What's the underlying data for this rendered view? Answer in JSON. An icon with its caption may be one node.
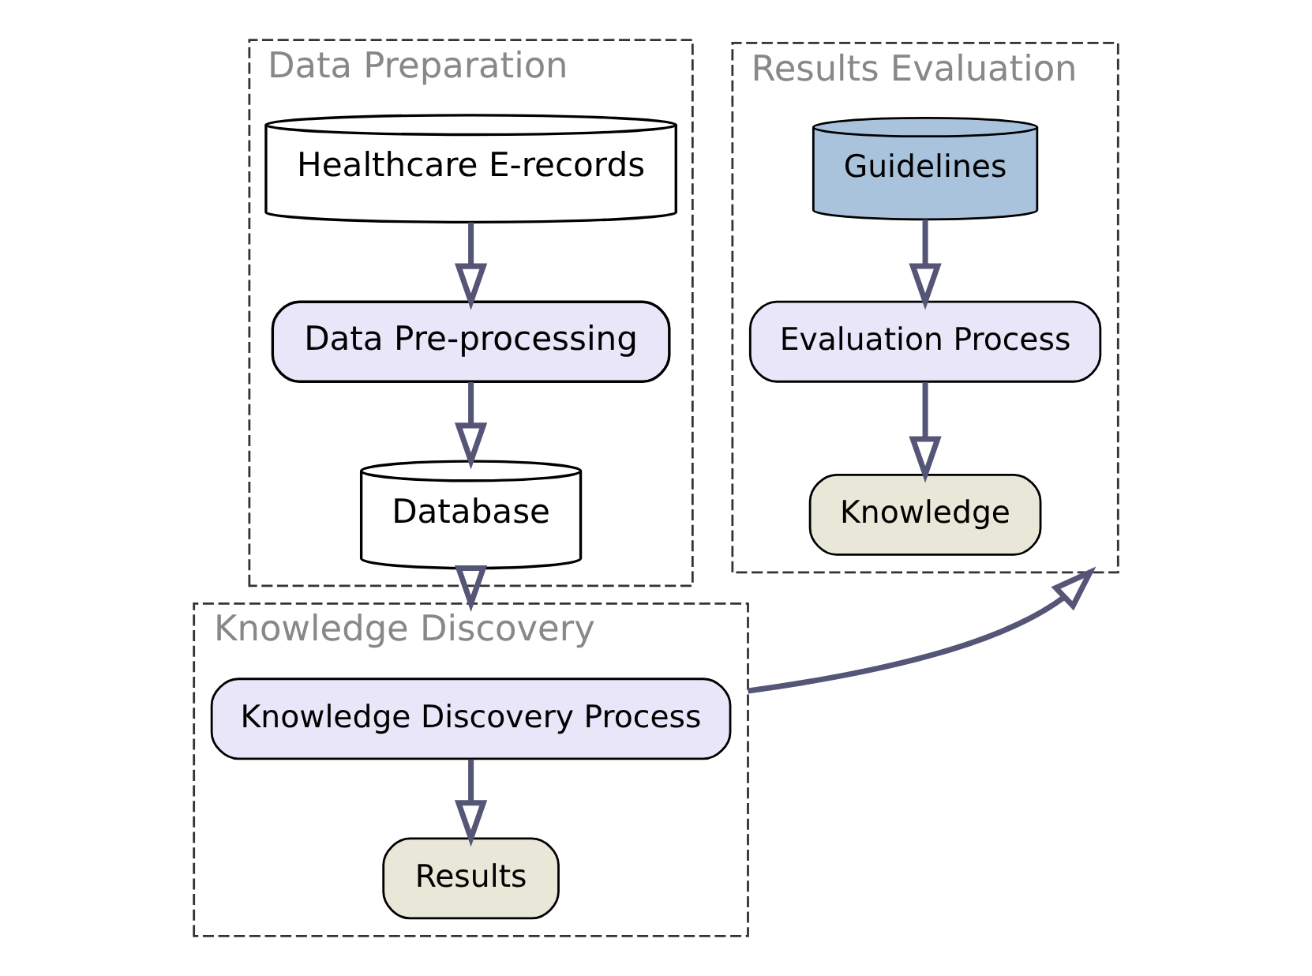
{
  "diagram": {
    "nodes": [
      {
        "text": [
          "Data Preparation"
        ]
      },
      {
        "text": [
          "Healthcare E-records"
        ],
        "in": 0
      },
      {
        "text": [
          "Data Pre-processing"
        ],
        "in": 0
      },
      {
        "text": [
          "Database"
        ],
        "in": 0
      },
      {
        "text": [
          "Results Evaluation"
        ]
      },
      {
        "text": [
          "Evaluation Process"
        ],
        "in": 4
      },
      {
        "text": [
          "Guidelines"
        ],
        "in": 4
      },
      {
        "text": [
          "Knowledge"
        ],
        "in": 4
      },
      {
        "text": [
          "Knowledge Discovery"
        ]
      },
      {
        "text": [
          "Knowledge Discovery Process"
        ],
        "in": 8
      },
      {
        "text": [
          "Results"
        ],
        "in": 8
      }
    ],
    "edges": [
      {
        "from": 1,
        "to": 2,
        "arrow": "to"
      },
      {
        "from": 2,
        "to": 3,
        "arrow": "to"
      },
      {
        "from": 3,
        "to": 8,
        "arrow": "to"
      },
      {
        "from": 9,
        "to": 10,
        "arrow": "to"
      },
      {
        "from": 8,
        "to": 4,
        "arrow": "to"
      },
      {
        "from": 6,
        "to": 5,
        "arrow": "to"
      },
      {
        "from": 5,
        "to": 7,
        "arrow": "to"
      }
    ]
  }
}
